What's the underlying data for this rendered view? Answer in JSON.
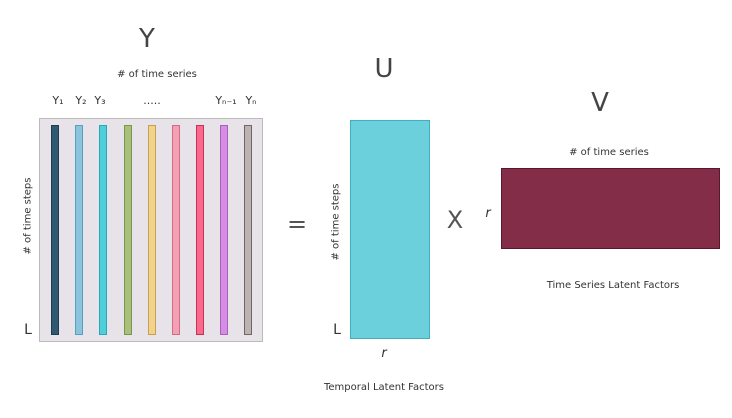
{
  "y_matrix": {
    "title": "Y",
    "top_label": "# of time series",
    "side_label": "# of time steps",
    "bottom_label": "L",
    "columns": [
      {
        "label": "Y₁",
        "color": "#2f5871",
        "border": "#1e3c50"
      },
      {
        "label": "Y₂",
        "color": "#8ac4dd",
        "border": "#5a9fc0"
      },
      {
        "label": "Y₃",
        "color": "#4fcfd9",
        "border": "#2aa6b4"
      },
      {
        "label": "",
        "color": "#a8c07a",
        "border": "#7b9650"
      },
      {
        "label": ".....",
        "color": "#f2d38b",
        "border": "#c9a050"
      },
      {
        "label": "",
        "color": "#f59fb3",
        "border": "#cc6f88"
      },
      {
        "label": "",
        "color": "#fb6a8c",
        "border": "#c43158"
      },
      {
        "label": "Yₙ₋₁",
        "color": "#d58ee3",
        "border": "#a860b8"
      },
      {
        "label": "Yₙ",
        "color": "#bdb3b3",
        "border": "#6e6666"
      }
    ]
  },
  "equals": "=",
  "u_matrix": {
    "title": "U",
    "side_label": "# of time steps",
    "bottom_label": "L",
    "rank_label": "r",
    "caption": "Temporal Latent Factors",
    "color": "#6bd0dc"
  },
  "times": "X",
  "v_matrix": {
    "title": "V",
    "top_label": "# of time series",
    "rank_label": "r",
    "caption": "Time Series Latent Factors",
    "color": "#842d48"
  }
}
